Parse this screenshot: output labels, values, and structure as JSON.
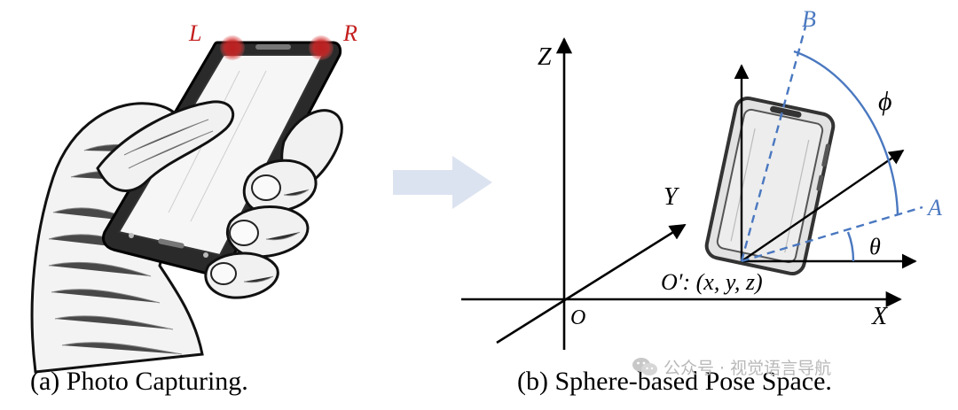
{
  "panel_a": {
    "caption": "(a) Photo Capturing.",
    "label_left": "L",
    "label_right": "R"
  },
  "panel_b": {
    "caption": "(b) Sphere-based Pose Space.",
    "axis_x": "X",
    "axis_y": "Y",
    "axis_z": "Z",
    "origin": "O",
    "point_label": "O′: (x, y, z)",
    "angle_theta": "θ",
    "angle_phi": "ϕ",
    "ray_a": "A",
    "ray_b": "B"
  },
  "watermark": {
    "text": "公众号 · 视觉语言导航",
    "icon": "wechat-icon"
  },
  "colors": {
    "accent_blue": "#4a78c0",
    "marker_red": "#c41e1e",
    "arrow_fill": "#dce3f0"
  }
}
